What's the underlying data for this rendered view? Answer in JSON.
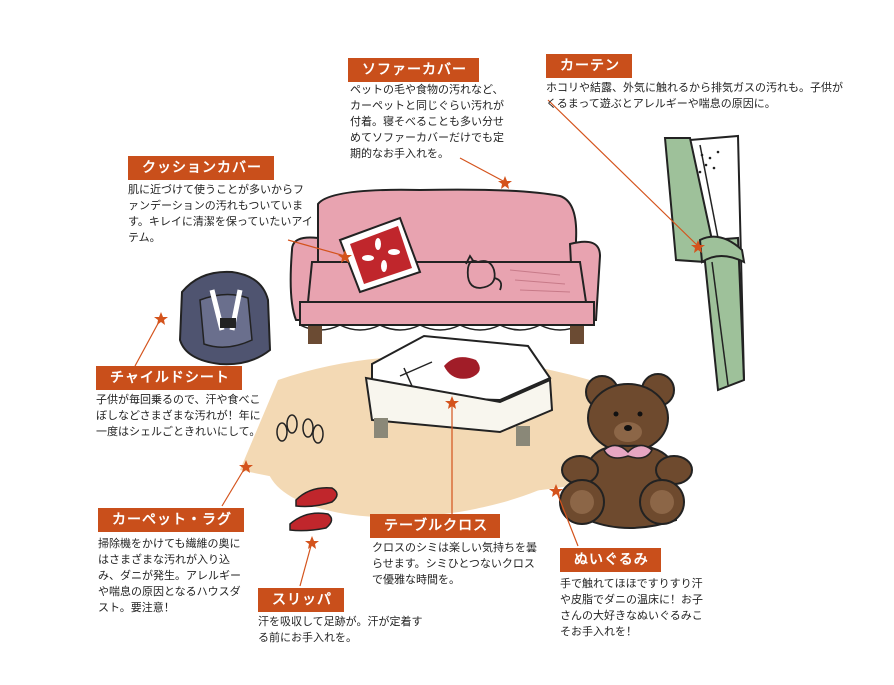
{
  "items": [
    {
      "id": "sofa_cover",
      "label": "ソファーカバー",
      "text": "ペットの毛や食物の汚れなど、カーペットと同じぐらい汚れが付着。寝そべることも多い分せめてソファーカバーだけでも定期的なお手入れを。"
    },
    {
      "id": "curtain",
      "label": "カーテン",
      "text": "ホコリや結露、外気に触れるから排気ガスの汚れも。子供がくるまって遊ぶとアレルギーや喘息の原因に。"
    },
    {
      "id": "cushion_cover",
      "label": "クッションカバー",
      "text": "肌に近づけて使うことが多いからファンデーションの汚れもついています。キレイに清潔を保っていたいアイテム。"
    },
    {
      "id": "child_seat",
      "label": "チャイルドシート",
      "text": "子供が毎回乗るので、汗や食べこぼしなどさまざまな汚れが！年に一度はシェルごときれいにして。"
    },
    {
      "id": "carpet_rug",
      "label": "カーペット・ラグ",
      "text": "掃除機をかけても繊維の奥にはさまざまな汚れが入り込み、ダニが発生。アレルギーや喘息の原因となるハウスダスト。要注意！"
    },
    {
      "id": "slipper",
      "label": "スリッパ",
      "text": "汗を吸収して足跡が。汗が定着する前にお手入れを。"
    },
    {
      "id": "table_cloth",
      "label": "テーブルクロス",
      "text": "クロスのシミは楽しい気持ちを曇らせます。シミひとつないクロスで優雅な時間を。"
    },
    {
      "id": "stuffed_toy",
      "label": "ぬいぐるみ",
      "text": "手で触れてほほですりすり汗や皮脂でダニの温床に！お子さんの大好きなぬいぐるみこそお手入れを！"
    }
  ],
  "colors": {
    "label_bg": "#c94f1b",
    "sofa": "#e8a3b0",
    "curtain": "#9ec19a",
    "bear": "#6e4a2e",
    "rug": "#f3d9b4",
    "chair": "#4f5470",
    "star": "#d4531c"
  }
}
